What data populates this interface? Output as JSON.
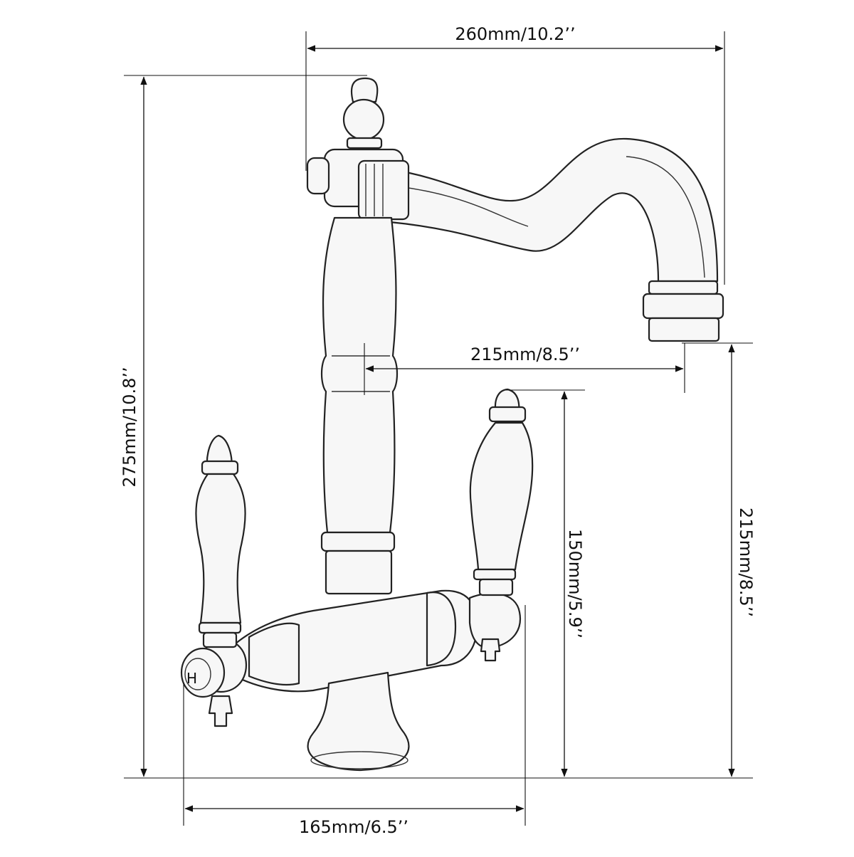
{
  "dimensions": {
    "total_width": "260mm/10.2’’",
    "total_height": "275mm/10.8’’",
    "spout_reach": "215mm/8.5’’",
    "spout_height": "215mm/8.5’’",
    "handle_height": "150mm/5.9’’",
    "base_width": "165mm/6.5’’"
  },
  "handle_marking": "H",
  "colors": {
    "line": "#222222",
    "background": "#ffffff"
  }
}
